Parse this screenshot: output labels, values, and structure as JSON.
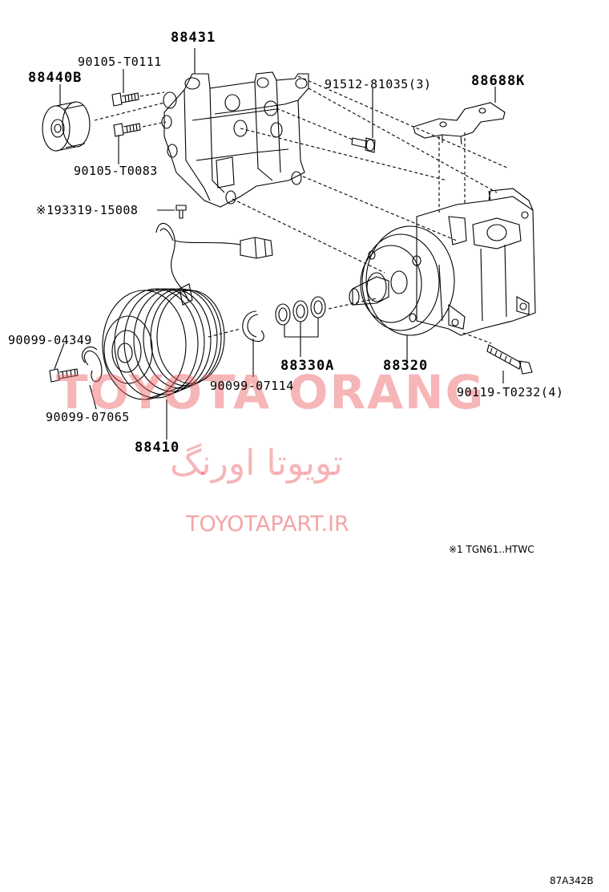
{
  "diagram": {
    "parts": [
      {
        "key": "p88431",
        "label": "88431"
      },
      {
        "key": "p88440B",
        "label": "88440B"
      },
      {
        "key": "p90105T0111",
        "label": "90105-T0111"
      },
      {
        "key": "p90105T0083",
        "label": "90105-T0083"
      },
      {
        "key": "p91512",
        "label": "91512-81035(3)"
      },
      {
        "key": "p88688K",
        "label": "88688K"
      },
      {
        "key": "p193319",
        "label": "※193319-15008"
      },
      {
        "key": "p9009904349",
        "label": "90099-04349"
      },
      {
        "key": "p9009907065",
        "label": "90099-07065"
      },
      {
        "key": "p88410",
        "label": "88410"
      },
      {
        "key": "p9009907114",
        "label": "90099-07114"
      },
      {
        "key": "p88330A",
        "label": "88330A"
      },
      {
        "key": "p88320",
        "label": "88320"
      },
      {
        "key": "p90119",
        "label": "90119-T0232(4)"
      }
    ],
    "footnote": "※1  TGN61..HTWC",
    "figure_code": "87A342B"
  },
  "watermark": {
    "brand": "TOYOTA ORANG",
    "brand_fa": "تویوتا اورنگ",
    "url": "TOYOTAPART.IR",
    "color": "#eb5a5f"
  }
}
